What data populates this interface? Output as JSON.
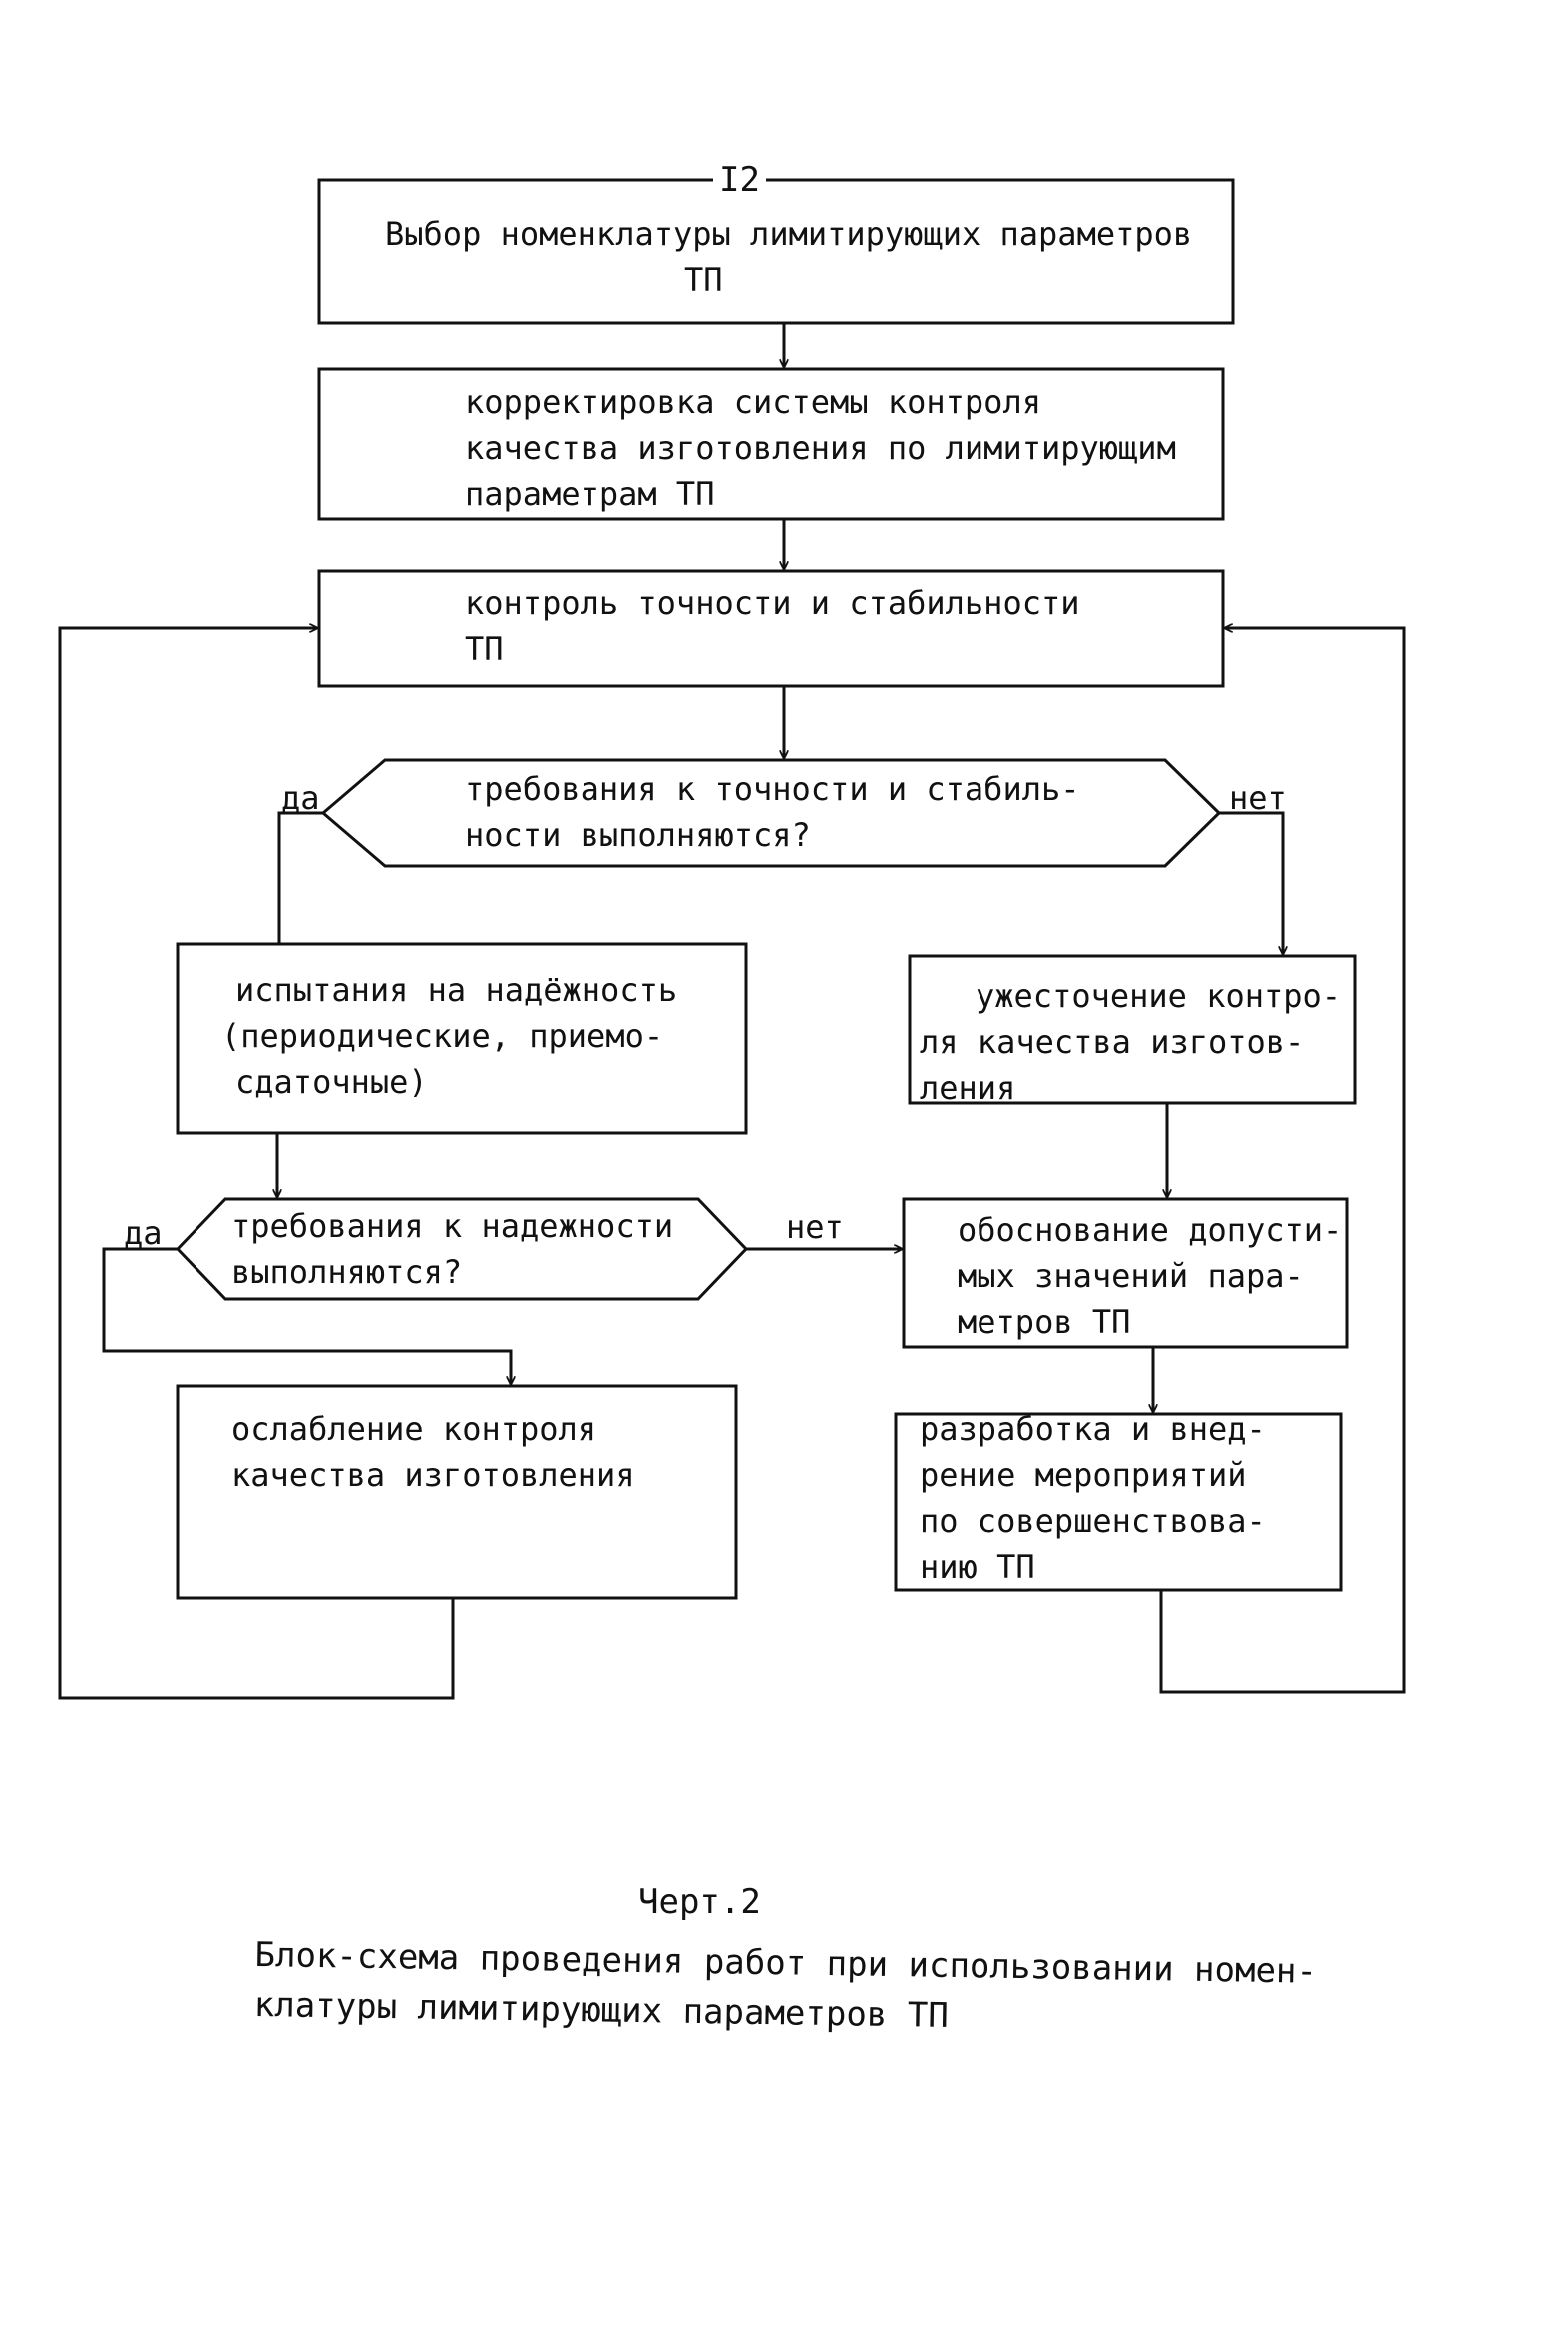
{
  "page_number": "I2",
  "nodes": {
    "select": {
      "lines": [
        "Выбор номенклатуры лимитирующих параметров",
        "ТП"
      ]
    },
    "correct": {
      "lines": [
        "корректировка системы контроля",
        "качества изготовления  по лимитирующим",
        "параметрам ТП"
      ]
    },
    "control": {
      "lines": [
        "контроль точности и стабильности",
        "ТП"
      ]
    },
    "decision1": {
      "lines": [
        "требования к точности и стабиль-",
        "ности выполняются?"
      ]
    },
    "reliability": {
      "lines": [
        "испытания на надёжность",
        "(периодические, приемо-",
        "сдаточные)"
      ]
    },
    "tighten": {
      "lines": [
        "ужесточение контро-",
        "ля качества изготов-",
        "ления"
      ]
    },
    "decision2": {
      "lines": [
        "требования к надежности",
        "выполняются?"
      ]
    },
    "justify": {
      "lines": [
        "обоснование допусти-",
        "мых значений пара-",
        "метров ТП"
      ]
    },
    "weaken": {
      "lines": [
        "ослабление контроля",
        "качества изготовления"
      ]
    },
    "improve": {
      "lines": [
        "разработка и внед-",
        "рение мероприятий",
        "по совершенствова-",
        "нию ТП"
      ]
    }
  },
  "labels": {
    "d1_yes": "да",
    "d1_no": "нет",
    "d2_yes": "да",
    "d2_no": "нет"
  },
  "caption": {
    "number": "Черт.2",
    "lines": [
      "Блок-схема проведения работ при использовании номен-",
      "клатуры  лимитирующих параметров ТП"
    ]
  }
}
